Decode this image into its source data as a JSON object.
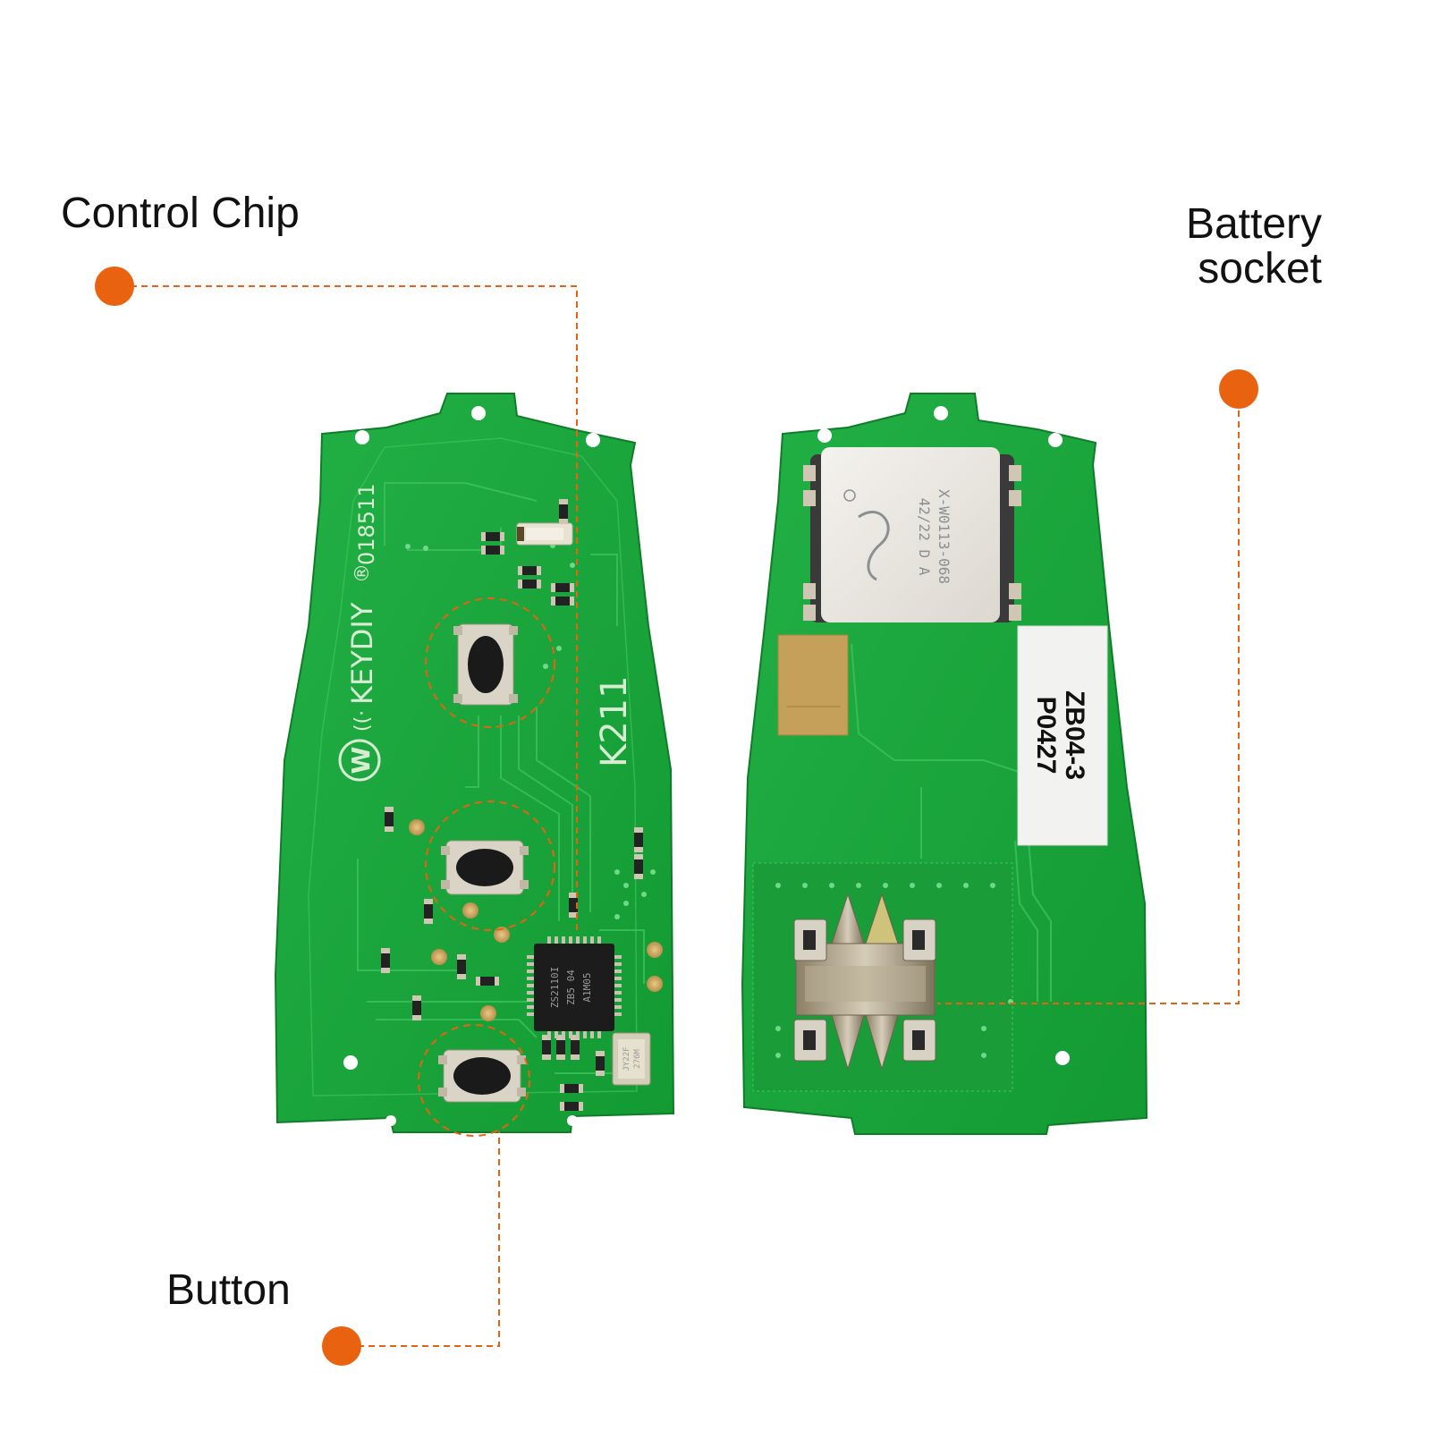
{
  "callouts": {
    "control_chip": "Control Chip",
    "battery_socket_line1": "Battery",
    "battery_socket_line2": "socket",
    "button": "Button"
  },
  "front_board": {
    "brand": "KEYDIY",
    "brand_mark": "W",
    "registered": "®",
    "serial": "018511",
    "model": "K211",
    "chip_lines": [
      "ZS2110I",
      "ZB5 04",
      "A1M05"
    ],
    "crystal_lines": [
      "JY22F",
      "276M"
    ]
  },
  "back_board": {
    "shield_lines": [
      "X-W0113-068",
      "42/22 D A"
    ],
    "sticker_line1": "ZB04-3",
    "sticker_line2": "P0427"
  },
  "colors": {
    "pcb": "#1faa3f",
    "pcb_dark": "#14902f",
    "callout": "#e8620f",
    "gold": "#c9a45a"
  }
}
